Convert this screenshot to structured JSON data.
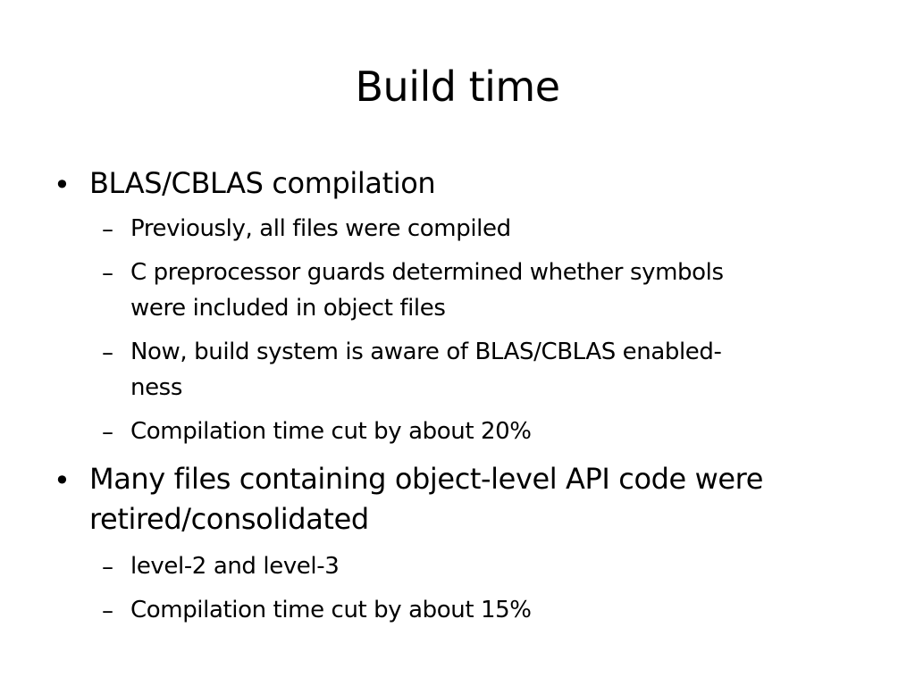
{
  "slide": {
    "title": "Build time",
    "bullets": [
      {
        "text_lines": [
          "BLAS/CBLAS compilation"
        ],
        "subitems": [
          {
            "text_lines": [
              "Previously, all files were compiled"
            ]
          },
          {
            "text_lines": [
              "C preprocessor guards determined whether symbols",
              "were included in object files"
            ]
          },
          {
            "text_lines": [
              "Now, build system is aware of BLAS/CBLAS enabled-",
              "ness"
            ]
          },
          {
            "text_lines": [
              "Compilation time cut by about 20%"
            ]
          }
        ]
      },
      {
        "text_lines": [
          "Many files containing object-level API code were",
          "retired/consolidated"
        ],
        "subitems": [
          {
            "text_lines": [
              "level-2 and level-3"
            ]
          },
          {
            "text_lines": [
              "Compilation time cut by about 15%"
            ]
          }
        ]
      }
    ],
    "markers": {
      "level1": "•",
      "level2": "–"
    }
  }
}
